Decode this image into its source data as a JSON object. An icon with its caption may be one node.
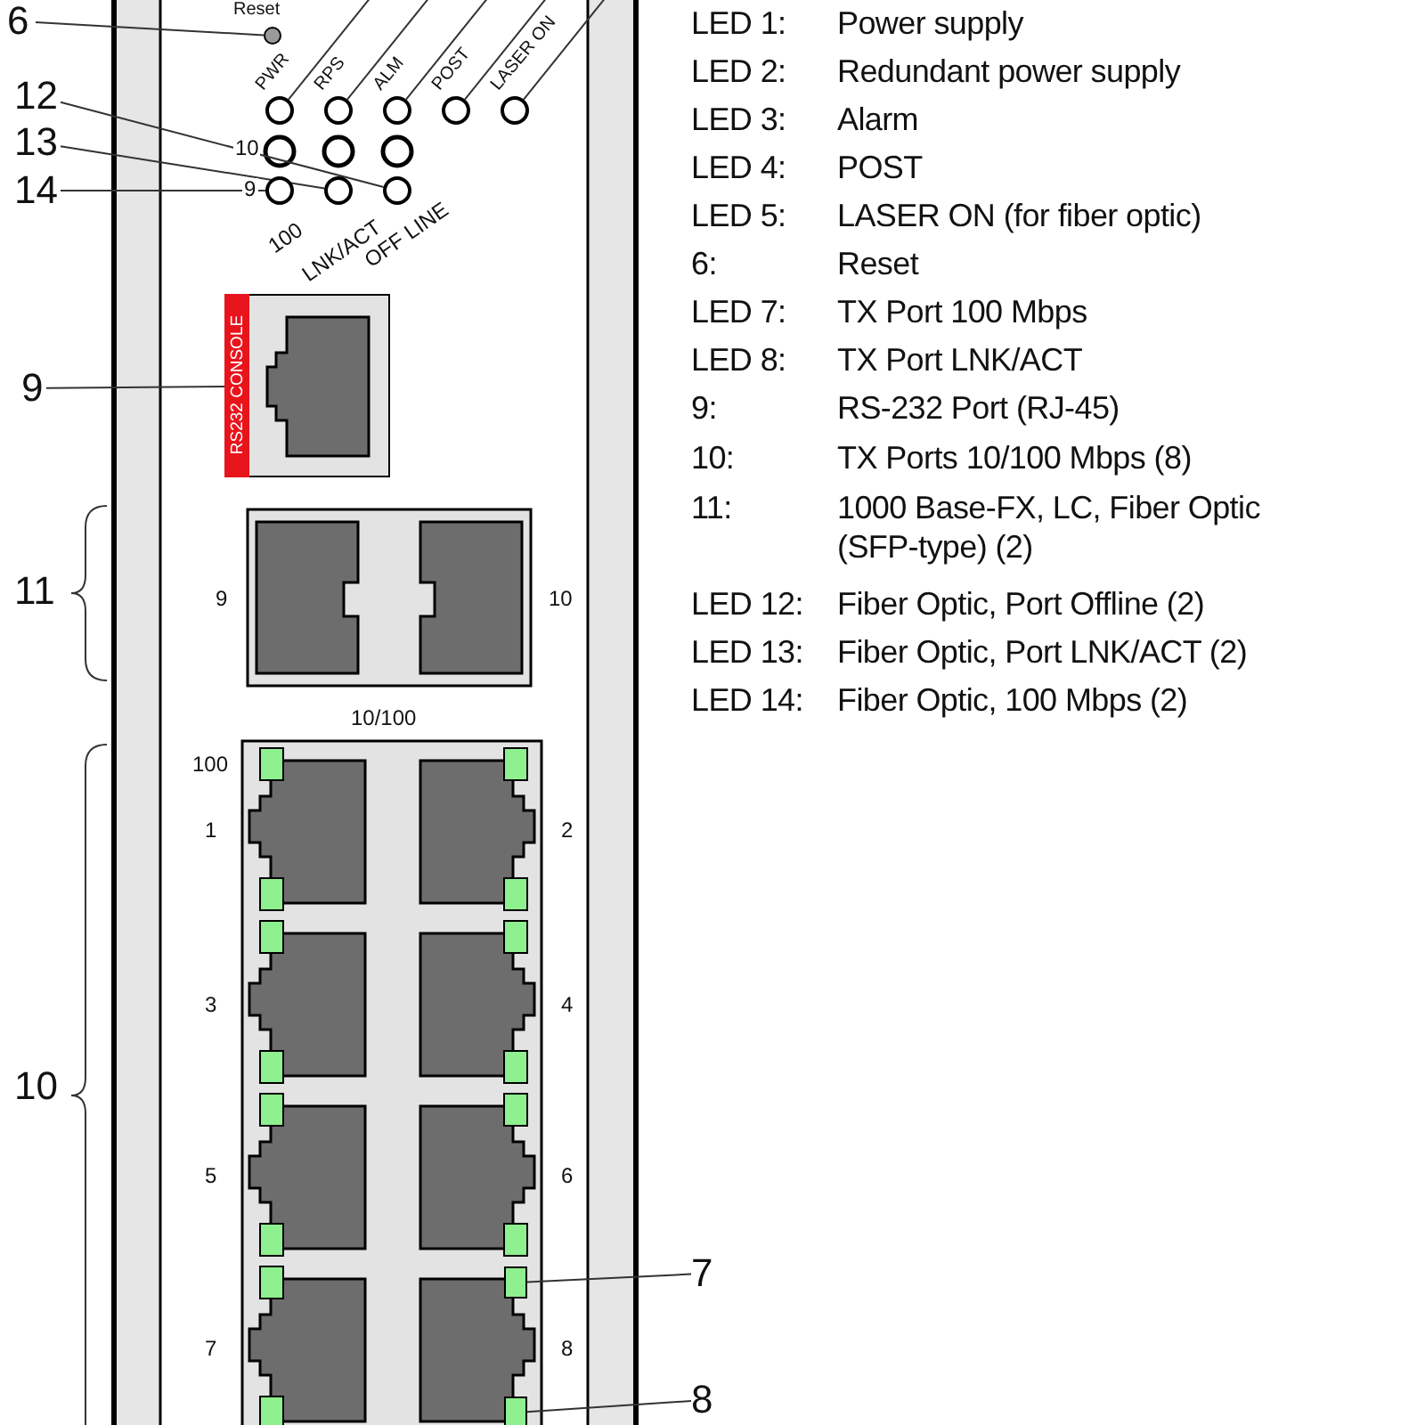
{
  "diagram": {
    "nodes": [
      {
        "text": [
          "6"
        ]
      },
      {
        "text": [],
        "shape": "circle",
        "beside": [
          "Reset"
        ]
      },
      {
        "text": [],
        "shape": "circle",
        "beside": [
          "PWR"
        ]
      },
      {
        "text": [],
        "shape": "circle",
        "beside": [
          "RPS"
        ]
      },
      {
        "text": [],
        "shape": "circle",
        "beside": [
          "ALM"
        ]
      },
      {
        "text": [],
        "shape": "circle",
        "beside": [
          "POST"
        ]
      },
      {
        "text": [],
        "shape": "circle",
        "beside": [
          "LASER ON"
        ]
      },
      {
        "text": [
          "12"
        ]
      },
      {
        "text": [
          "13"
        ]
      },
      {
        "text": [
          "14"
        ]
      },
      {
        "text": [],
        "shape": "circle"
      },
      {
        "text": [],
        "shape": "circle"
      },
      {
        "text": [],
        "shape": "circle"
      },
      {
        "text": [
          "9"
        ]
      },
      {
        "text": [
          "RS232 CONSOLE"
        ]
      },
      {
        "text": [
          "7"
        ]
      },
      {
        "text": [],
        "shape": "box"
      },
      {
        "text": [
          "8"
        ]
      },
      {
        "text": [],
        "shape": "box"
      }
    ],
    "edges": [
      {
        "from": 0,
        "to": 1,
        "arrow": "none"
      },
      {
        "from": null,
        "to": 2,
        "arrow": "none"
      },
      {
        "from": null,
        "to": 3,
        "arrow": "none"
      },
      {
        "from": null,
        "to": 4,
        "arrow": "none"
      },
      {
        "from": null,
        "to": 5,
        "arrow": "none"
      },
      {
        "from": null,
        "to": 6,
        "arrow": "none"
      },
      {
        "from": 7,
        "to": 12,
        "arrow": "none"
      },
      {
        "from": 8,
        "to": 11,
        "arrow": "none"
      },
      {
        "from": 9,
        "to": 10,
        "arrow": "none"
      },
      {
        "from": 13,
        "to": 14,
        "arrow": "none"
      },
      {
        "from": 15,
        "to": 16,
        "arrow": "none"
      },
      {
        "from": 17,
        "to": 18,
        "arrow": "none"
      }
    ],
    "labels": [
      "10",
      "9",
      "100",
      "LNK/ACT",
      "OFF LINE",
      "11",
      "9",
      "10",
      "10/100",
      "10",
      "100",
      "1",
      "2",
      "3",
      "4",
      "5",
      "6",
      "7",
      "8",
      "LED 1:",
      "Power supply",
      "LED 2:",
      "Redundant power supply",
      "LED 3:",
      "Alarm",
      "LED 4:",
      "POST",
      "LED 5:",
      "LASER ON (for fiber optic)",
      "6:",
      "Reset",
      "LED 7:",
      "TX Port 100 Mbps",
      "LED 8:",
      "TX Port LNK/ACT",
      "9:",
      "RS-232 Port (RJ-45)",
      "10:",
      "TX Ports 10/100 Mbps (8)",
      "11:",
      "1000 Base-FX, LC, Fiber Optic (SFP-type) (2)",
      "LED 12:",
      "Fiber Optic, Port Offline (2)",
      "LED 13:",
      "Fiber Optic, Port LNK/ACT (2)",
      "LED 14:",
      "Fiber Optic, 100 Mbps (2)"
    ]
  }
}
